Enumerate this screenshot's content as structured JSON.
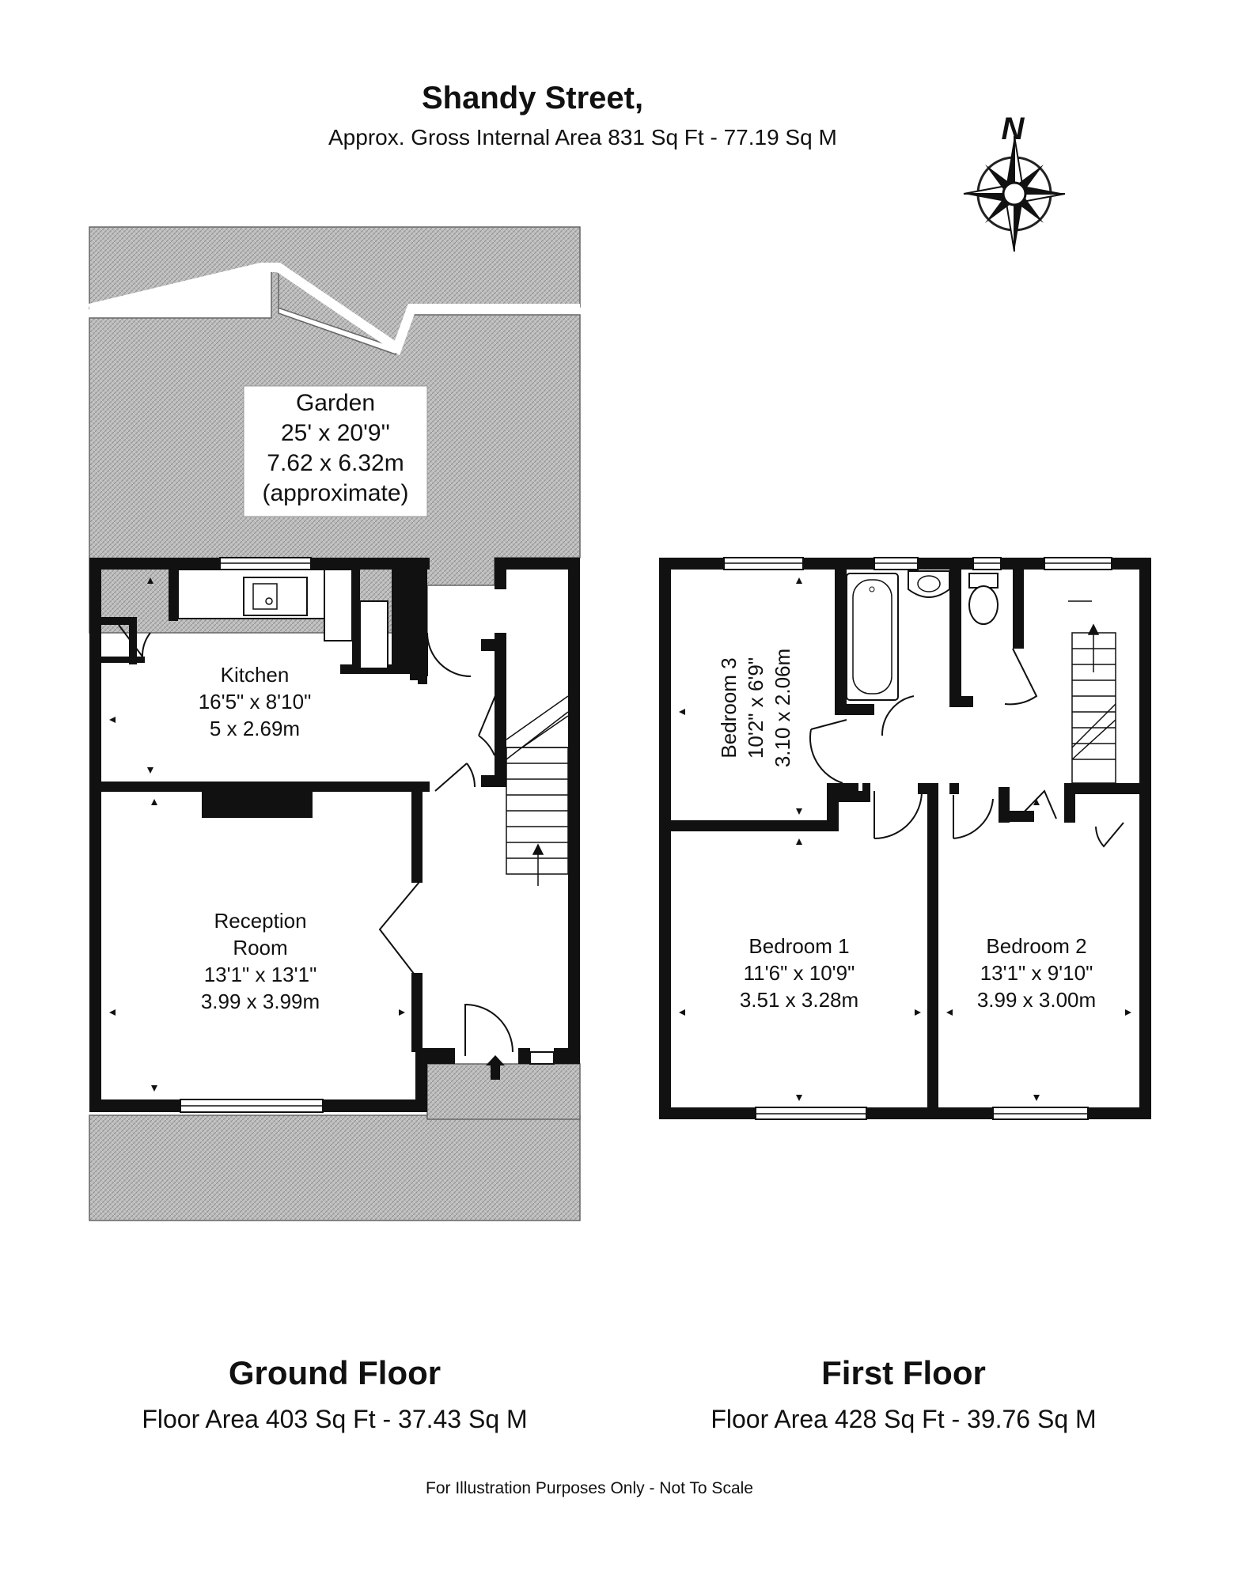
{
  "header": {
    "title": "Shandy Street,",
    "gross_area": "Approx. Gross Internal Area 831 Sq Ft - 77.19 Sq M"
  },
  "compass": {
    "label": "N"
  },
  "ground_floor": {
    "name": "Ground Floor",
    "area": "Floor Area 403 Sq Ft - 37.43 Sq M",
    "garden": {
      "name": "Garden",
      "imperial": "25' x 20'9''",
      "metric": "7.62 x 6.32m",
      "note": "(approximate)"
    },
    "kitchen": {
      "name": "Kitchen",
      "imperial": "16'5\" x 8'10\"",
      "metric": "5 x 2.69m"
    },
    "reception": {
      "name1": "Reception",
      "name2": "Room",
      "imperial": "13'1\" x 13'1\"",
      "metric": "3.99 x 3.99m"
    }
  },
  "first_floor": {
    "name": "First Floor",
    "area": "Floor Area 428 Sq Ft - 39.76 Sq M",
    "bedroom3": {
      "name": "Bedroom 3",
      "imperial": "10'2\" x 6'9\"",
      "metric": "3.10 x 2.06m"
    },
    "bedroom1": {
      "name": "Bedroom 1",
      "imperial": "11'6\" x 10'9\"",
      "metric": "3.51 x 3.28m"
    },
    "bedroom2": {
      "name": "Bedroom 2",
      "imperial": "13'1\" x 9'10\"",
      "metric": "3.99 x 3.00m"
    }
  },
  "footer": {
    "disclaimer": "For Illustration Purposes Only - Not To Scale"
  }
}
